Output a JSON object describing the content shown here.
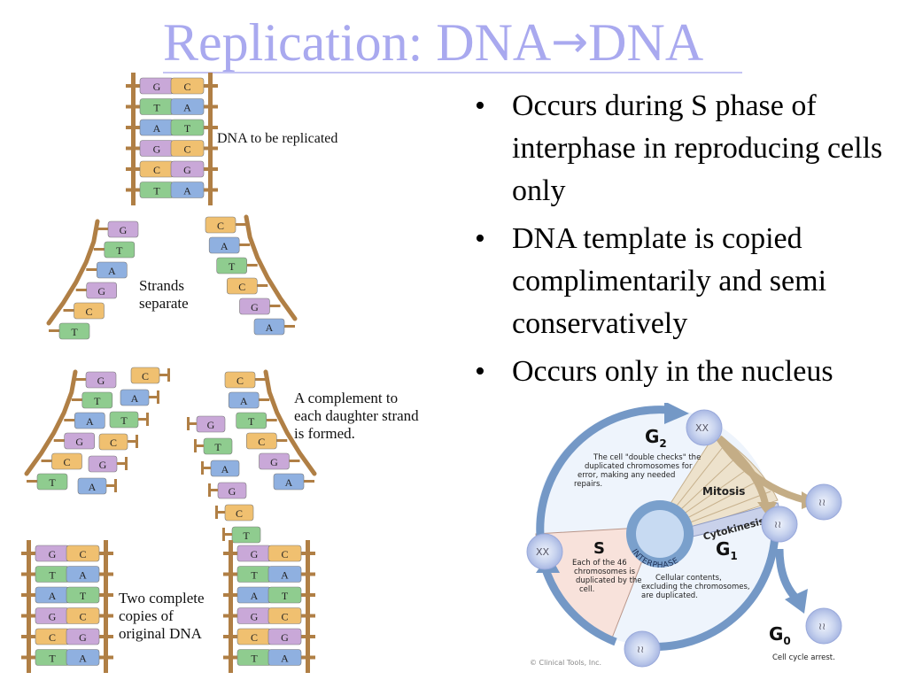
{
  "slide": {
    "title_prefix": "Replication: DNA",
    "title_arrow": "→",
    "title_suffix": "DNA",
    "title_color": "#a9a9ef",
    "bullets": [
      {
        "marker": "•",
        "text": "Occurs during S phase of interphase in reproducing cells only"
      },
      {
        "marker": "•",
        "text": "DNA template is copied complimentarily and semi conservatively"
      },
      {
        "marker": "•",
        "text": "Occurs only in the nucleus"
      }
    ]
  },
  "replication_figure": {
    "colors": {
      "G": "#c9a8d8",
      "C": "#f0c070",
      "T": "#8fcc8f",
      "A": "#8fb0e0",
      "backbone": "#b07f45"
    },
    "stage1": {
      "label": "DNA to be replicated",
      "pairs": [
        [
          "G",
          "C"
        ],
        [
          "T",
          "A"
        ],
        [
          "A",
          "T"
        ],
        [
          "G",
          "C"
        ],
        [
          "C",
          "G"
        ],
        [
          "T",
          "A"
        ]
      ]
    },
    "stage2": {
      "label_line1": "Strands",
      "label_line2": "separate",
      "left_strand": [
        "G",
        "T",
        "A",
        "G",
        "C",
        "T"
      ],
      "right_strand": [
        "C",
        "A",
        "T",
        "C",
        "G",
        "A"
      ]
    },
    "stage3": {
      "label_line1": "A complement to",
      "label_line2": "each daughter strand",
      "label_line3": "is formed.",
      "left_strand": [
        "G",
        "T",
        "A",
        "G",
        "C",
        "T"
      ],
      "left_incoming": [
        "C",
        "A",
        "T",
        "C",
        "G",
        "A"
      ],
      "right_strand": [
        "C",
        "A",
        "T",
        "C",
        "G",
        "A"
      ],
      "right_incoming": [
        "G",
        "T",
        "A",
        "G",
        "C",
        "T"
      ]
    },
    "stage4": {
      "label_line1": "Two complete",
      "label_line2": "copies of",
      "label_line3": "original DNA",
      "pairs": [
        [
          "G",
          "C"
        ],
        [
          "T",
          "A"
        ],
        [
          "A",
          "T"
        ],
        [
          "G",
          "C"
        ],
        [
          "C",
          "G"
        ],
        [
          "T",
          "A"
        ]
      ]
    }
  },
  "cell_cycle": {
    "g2_label": "G",
    "g2_sub": "2",
    "g2_desc": [
      "The cell \"double checks\" the",
      "duplicated chromosomes for",
      "error, making any needed",
      "repairs."
    ],
    "mitosis_label": "Mitosis",
    "cytokinesis_label": "Cytokinesis",
    "g1_label": "G",
    "g1_sub": "1",
    "g1_desc": [
      "Cellular contents,",
      "excluding the chromosomes,",
      "are duplicated."
    ],
    "s_label": "S",
    "s_desc": [
      "Each of the 46",
      "chromosomes is",
      "duplicated by the",
      "cell."
    ],
    "interphase_label": "INTERPHASE",
    "g0_label": "G",
    "g0_sub": "0",
    "g0_desc": "Cell cycle arrest.",
    "copyright": "© Clinical Tools, Inc."
  }
}
